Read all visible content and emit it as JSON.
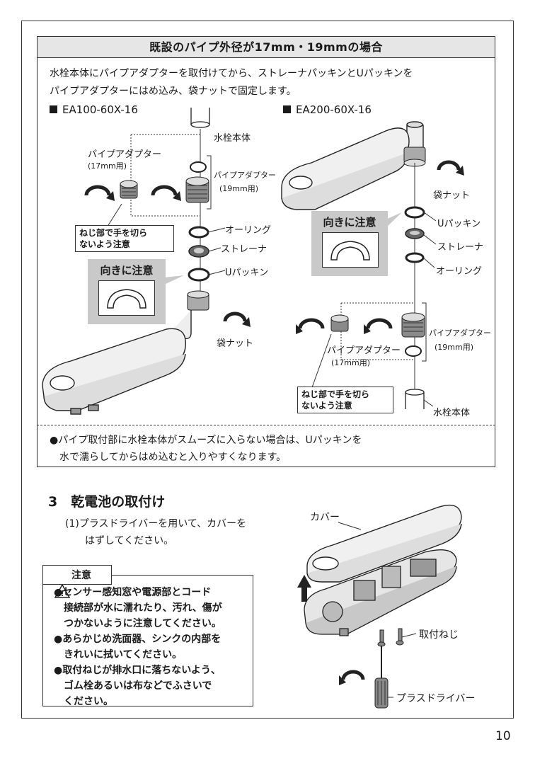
{
  "section1": {
    "title": "既設のパイプ外径が17mm・19mmの場合",
    "intro_line1": "水栓本体にパイプアダプターを取付けてから、ストレーナパッキンとUパッキンを",
    "intro_line2": "パイプアダプターにはめ込み、袋ナットで固定します。",
    "left": {
      "model": "EA100-60X-16",
      "faucet_body": "水栓本体",
      "adapter_17": "パイプアダプター",
      "adapter_17_size": "(17mm用)",
      "adapter_19": "パイプアダプター",
      "adapter_19_size": "(19mm用)",
      "o_ring": "オーリング",
      "strainer": "ストレーナ",
      "u_packing": "Uパッキン",
      "bag_nut": "袋ナット",
      "caution_line1": "ねじ部で手を切ら",
      "caution_line2": "ないよう注意",
      "direction_title": "向きに注意"
    },
    "right": {
      "model": "EA200-60X-16",
      "bag_nut": "袋ナット",
      "u_packing": "Uパッキン",
      "strainer": "ストレーナ",
      "o_ring": "オーリング",
      "adapter_19": "パイプアダプター",
      "adapter_19_size": "(19mm用)",
      "adapter_17": "パイプアダプター",
      "adapter_17_size": "(17mm用)",
      "faucet_body": "水栓本体",
      "caution_line1": "ねじ部で手を切ら",
      "caution_line2": "ないよう注意",
      "direction_title": "向きに注意"
    },
    "note_line1": "●パイプ取付部に水栓本体がスムーズに入らない場合は、Uパッキンを",
    "note_line2": "水で濡らしてからはめ込むと入りやすくなります。"
  },
  "section3": {
    "title": "3　乾電池の取付け",
    "step_line1": "(1)プラスドライバーを用いて、カバーを",
    "step_line2": "はずしてください。",
    "caution_label": "注意",
    "cautions": [
      "●センサー感知窓や電源部とコード",
      "　接続部が水に濡れたり、汚れ、傷が",
      "　つかないように注意してください。",
      "●あらかじめ洗面器、シンクの内部を",
      "　きれいに拭いてください。",
      "●取付ねじが排水口に落ちないよう、",
      "　ゴム栓あるいは布などでふさいで",
      "　ください。"
    ],
    "cover_label": "カバー",
    "screw_label": "取付ねじ",
    "driver_label": "プラスドライバー"
  },
  "page_number": "10"
}
